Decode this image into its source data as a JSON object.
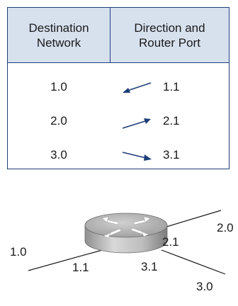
{
  "table": {
    "header": {
      "col1_line1": "Destination",
      "col1_line2": "Network",
      "col2_line1": "Direction and",
      "col2_line2": "Router Port"
    },
    "rows": [
      {
        "network": "1.0",
        "port": "1.1",
        "arrow": "left-arrow"
      },
      {
        "network": "2.0",
        "port": "2.1",
        "arrow": "up-right-arrow"
      },
      {
        "network": "3.0",
        "port": "3.1",
        "arrow": "right-arrow"
      }
    ]
  },
  "diagram": {
    "labels": {
      "net_left": "1.0",
      "net_upper_right": "2.0",
      "net_lower_right": "3.0",
      "port_left": "1.1",
      "port_upper_right": "2.1",
      "port_lower_right": "3.1"
    }
  },
  "colors": {
    "border": "#1e3f78",
    "header_bg": "#d7e1ee",
    "arrow": "#1e3f78",
    "line": "#1a1a1a"
  }
}
